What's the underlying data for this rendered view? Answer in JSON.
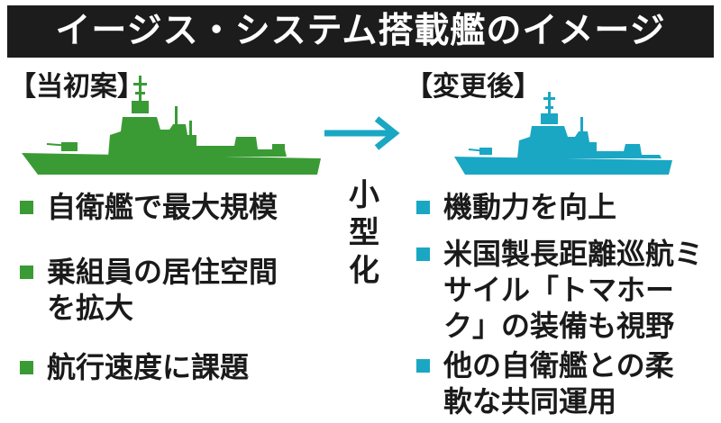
{
  "title": "イージス・システム搭載艦のイメージ",
  "left": {
    "label": "【当初案】",
    "ship_color": "#3a9b35",
    "items": [
      "自衛艦で最大規模",
      "乗組員の居住空間を拡大",
      "航行速度に課題"
    ]
  },
  "middle": {
    "lines": [
      "小",
      "型",
      "化"
    ],
    "arrow_color": "#1aa7c4"
  },
  "right": {
    "label": "【変更後】",
    "ship_color": "#1aa7c4",
    "items": [
      "機動力を向上",
      "米国製長距離巡航ミサイル「トマホーク」の装備も視野",
      "他の自衛艦との柔軟な共同運用"
    ]
  }
}
